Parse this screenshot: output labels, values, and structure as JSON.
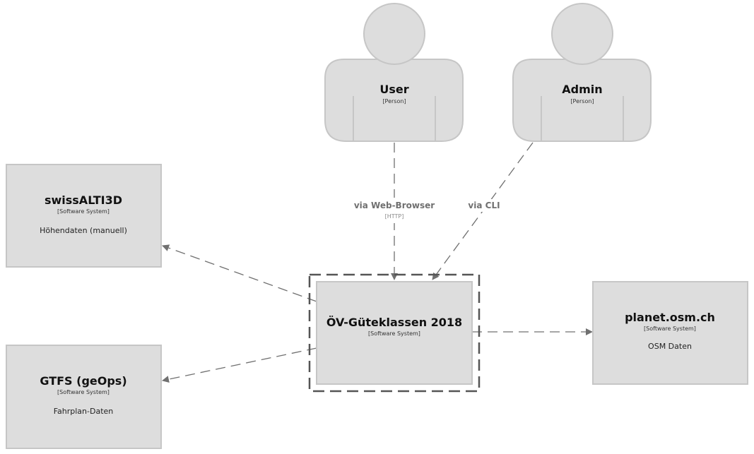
{
  "persons": {
    "user": {
      "name": "User",
      "tag": "[Person]"
    },
    "admin": {
      "name": "Admin",
      "tag": "[Person]"
    }
  },
  "systems": {
    "swissalti": {
      "name": "swissALTI3D",
      "tag": "[Software System]",
      "description": "Höhendaten (manuell)"
    },
    "gtfs": {
      "name": "GTFS (geOps)",
      "tag": "[Software System]",
      "description": "Fahrplan-Daten"
    },
    "ov": {
      "name": "ÖV-Güteklassen 2018",
      "tag": "[Software System]"
    },
    "planet": {
      "name": "planet.osm.ch",
      "tag": "[Software System]",
      "description": "OSM Daten"
    }
  },
  "relationships": {
    "user_to_ov": {
      "label": "via Web-Browser",
      "tag": "[HTTP]"
    },
    "admin_to_ov": {
      "label": "via CLI"
    }
  },
  "colors": {
    "element_fill": "#dddddd",
    "element_border": "#c6c6c6",
    "relationship": "#707070"
  }
}
